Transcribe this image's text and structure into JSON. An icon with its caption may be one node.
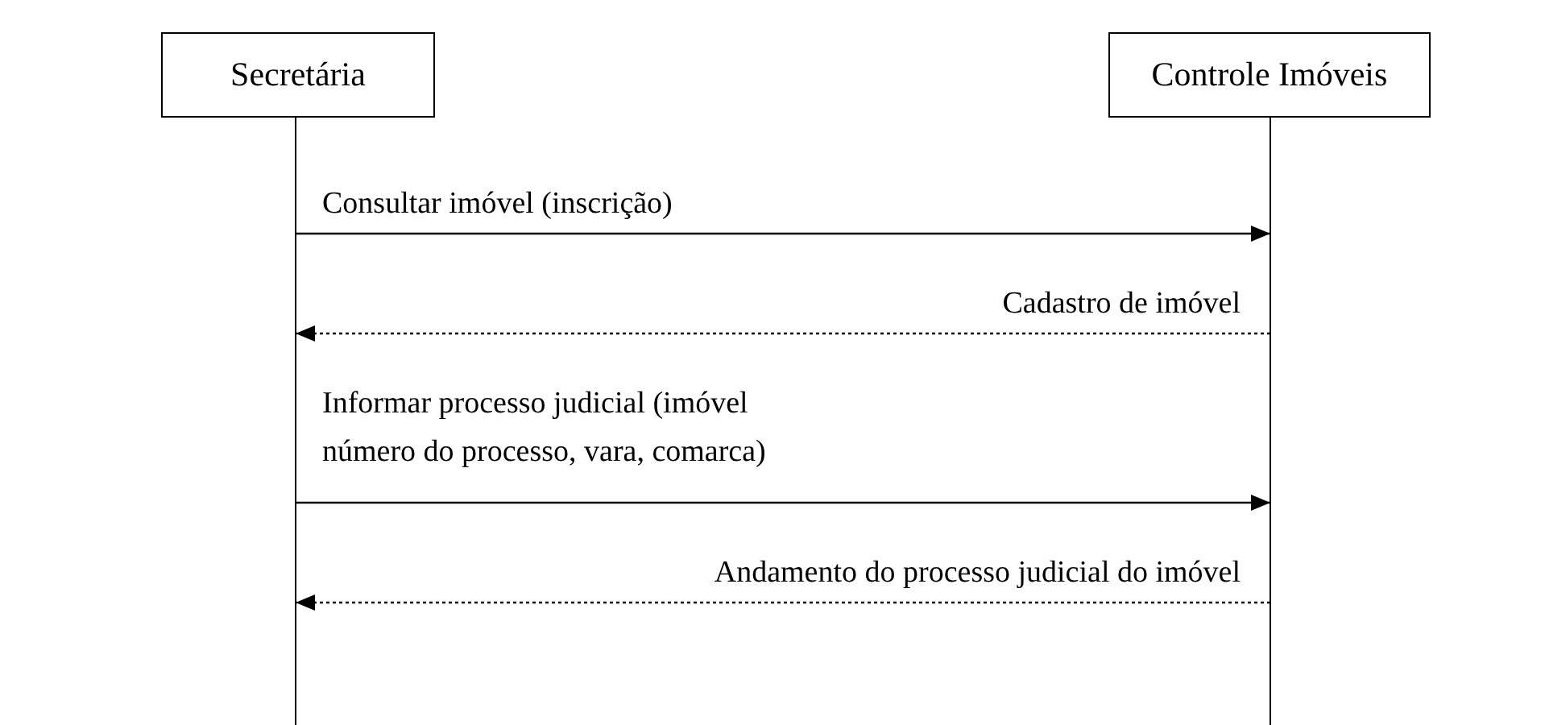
{
  "diagram": {
    "nodes": [
      {
        "text": [
          "Secretária"
        ]
      },
      {
        "text": [
          "Controle Imóveis"
        ]
      },
      {
        "text": [],
        "shape": "bar"
      },
      {
        "text": [],
        "shape": "bar"
      }
    ],
    "edges": [
      {
        "from": 2,
        "to": 3,
        "arrow": "to",
        "label": "Consultar imóvel (inscrição)"
      },
      {
        "from": 3,
        "to": 2,
        "arrow": "to",
        "label": "Cadastro de imóvel",
        "style": "dashed"
      },
      {
        "from": 2,
        "to": 3,
        "arrow": "to",
        "label": "Informar processo judicial (imóvel número do processo, vara, comarca)"
      },
      {
        "from": 3,
        "to": 2,
        "arrow": "to",
        "label": "Andamento do processo judicial do imóvel",
        "style": "dashed"
      }
    ]
  }
}
